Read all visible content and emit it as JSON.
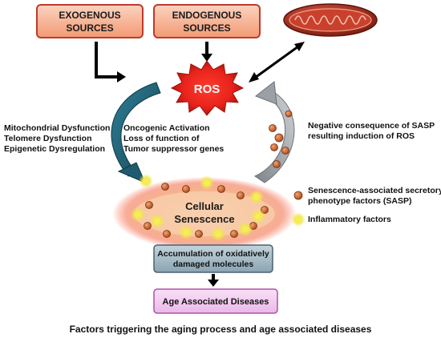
{
  "sources": {
    "exogenous": [
      "EXOGENOUS",
      "SOURCES"
    ],
    "endogenous": [
      "ENDOGENOUS",
      "SOURCES"
    ]
  },
  "ros": "ROS",
  "left_factors": [
    "Mitochondrial Dysfunction",
    "Telomere Dysfunction",
    "Epigenetic Dysregulation"
  ],
  "center_factors": [
    "Oncogenic Activation",
    "Loss of function of",
    "Tumor suppressor genes"
  ],
  "right_factors": [
    "Negative consequence of SASP",
    "resulting induction of ROS"
  ],
  "cellular_senescence": [
    "Cellular",
    "Senescence"
  ],
  "legend": {
    "sasp": [
      "Senescence-associated secretory",
      "phenotype factors (SASP)"
    ],
    "inflammatory": "Inflammatory factors"
  },
  "accumulation": [
    "Accumulation of oxidatively",
    "damaged molecules"
  ],
  "diseases": "Age Associated Diseases",
  "caption": "Factors triggering the aging process and age associated diseases",
  "colors": {
    "source_box_fill": "#f5a985",
    "source_box_stroke": "#c0392b",
    "ros_red": "#e8231b",
    "left_arrow": "#1f5a70",
    "right_arrow": "#9aa0a6",
    "sasp_dot": "#c8652a",
    "inflammatory_dot": "#f2e84a",
    "accumulation_fill": "#9eb6c2",
    "disease_fill": "#f2c8f0",
    "disease_stroke": "#a855a8"
  }
}
